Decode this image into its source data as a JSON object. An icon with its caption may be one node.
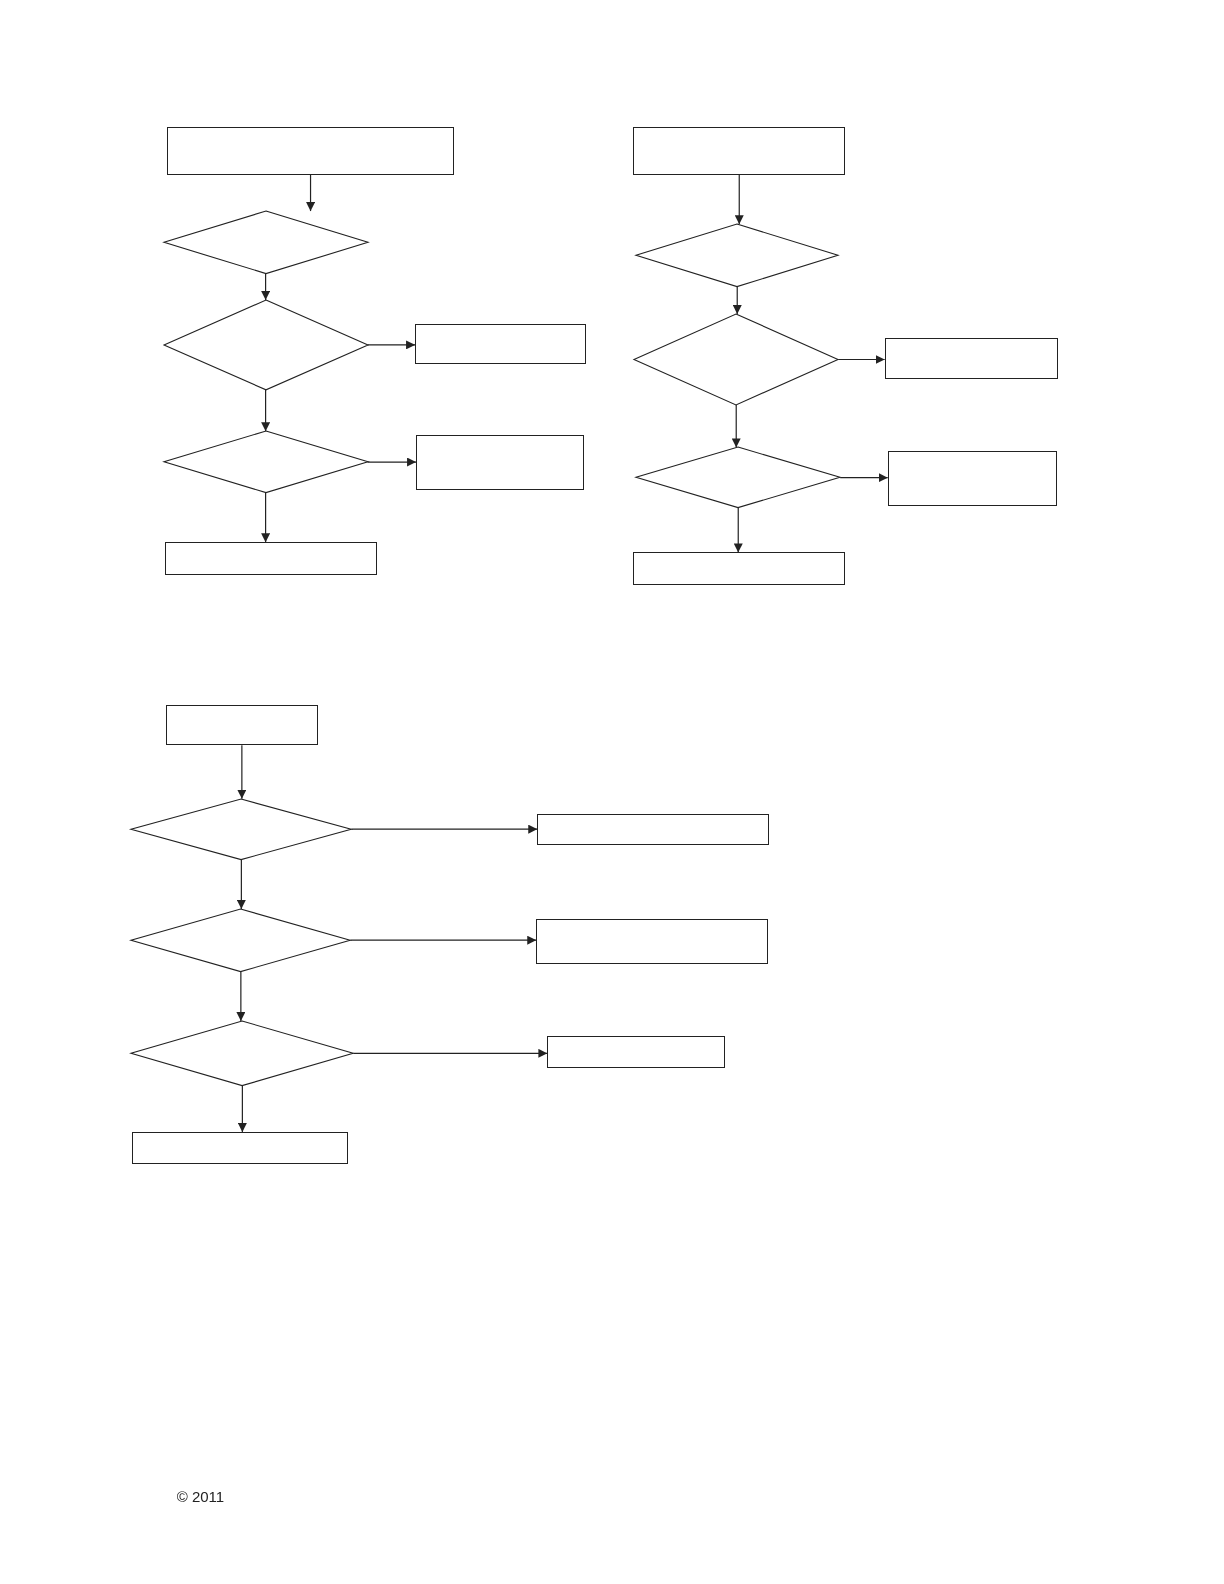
{
  "diagram": {
    "nodes": [
      {
        "text": [],
        "shape": "box"
      },
      {
        "text": [],
        "shape": "diamond"
      },
      {
        "text": [],
        "shape": "diamond"
      },
      {
        "text": [],
        "shape": "box"
      },
      {
        "text": [],
        "shape": "diamond"
      },
      {
        "text": [],
        "shape": "box"
      },
      {
        "text": [],
        "shape": "box"
      },
      {
        "text": [],
        "shape": "box"
      },
      {
        "text": [],
        "shape": "diamond"
      },
      {
        "text": [],
        "shape": "diamond"
      },
      {
        "text": [],
        "shape": "box"
      },
      {
        "text": [],
        "shape": "diamond"
      },
      {
        "text": [],
        "shape": "box"
      },
      {
        "text": [],
        "shape": "box"
      },
      {
        "text": [],
        "shape": "box"
      },
      {
        "text": [],
        "shape": "diamond"
      },
      {
        "text": [],
        "shape": "box"
      },
      {
        "text": [],
        "shape": "diamond"
      },
      {
        "text": [],
        "shape": "box"
      },
      {
        "text": [],
        "shape": "diamond"
      },
      {
        "text": [],
        "shape": "box"
      },
      {
        "text": [],
        "shape": "box"
      }
    ],
    "edges": [
      {
        "from": 0,
        "to": 1,
        "arrow": "to"
      },
      {
        "from": 1,
        "to": 2,
        "arrow": "to"
      },
      {
        "from": 2,
        "to": 3,
        "arrow": "to"
      },
      {
        "from": 2,
        "to": 4,
        "arrow": "to"
      },
      {
        "from": 4,
        "to": 5,
        "arrow": "to"
      },
      {
        "from": 4,
        "to": 6,
        "arrow": "to"
      },
      {
        "from": 7,
        "to": 8,
        "arrow": "to"
      },
      {
        "from": 8,
        "to": 9,
        "arrow": "to"
      },
      {
        "from": 9,
        "to": 10,
        "arrow": "to"
      },
      {
        "from": 9,
        "to": 11,
        "arrow": "to"
      },
      {
        "from": 11,
        "to": 12,
        "arrow": "to"
      },
      {
        "from": 11,
        "to": 13,
        "arrow": "to"
      },
      {
        "from": 14,
        "to": 15,
        "arrow": "to"
      },
      {
        "from": 15,
        "to": 16,
        "arrow": "to"
      },
      {
        "from": 15,
        "to": 17,
        "arrow": "to"
      },
      {
        "from": 17,
        "to": 18,
        "arrow": "to"
      },
      {
        "from": 17,
        "to": 19,
        "arrow": "to"
      },
      {
        "from": 19,
        "to": 20,
        "arrow": "to"
      },
      {
        "from": 19,
        "to": 21,
        "arrow": "to"
      }
    ],
    "labels": [
      "© 2011"
    ]
  }
}
